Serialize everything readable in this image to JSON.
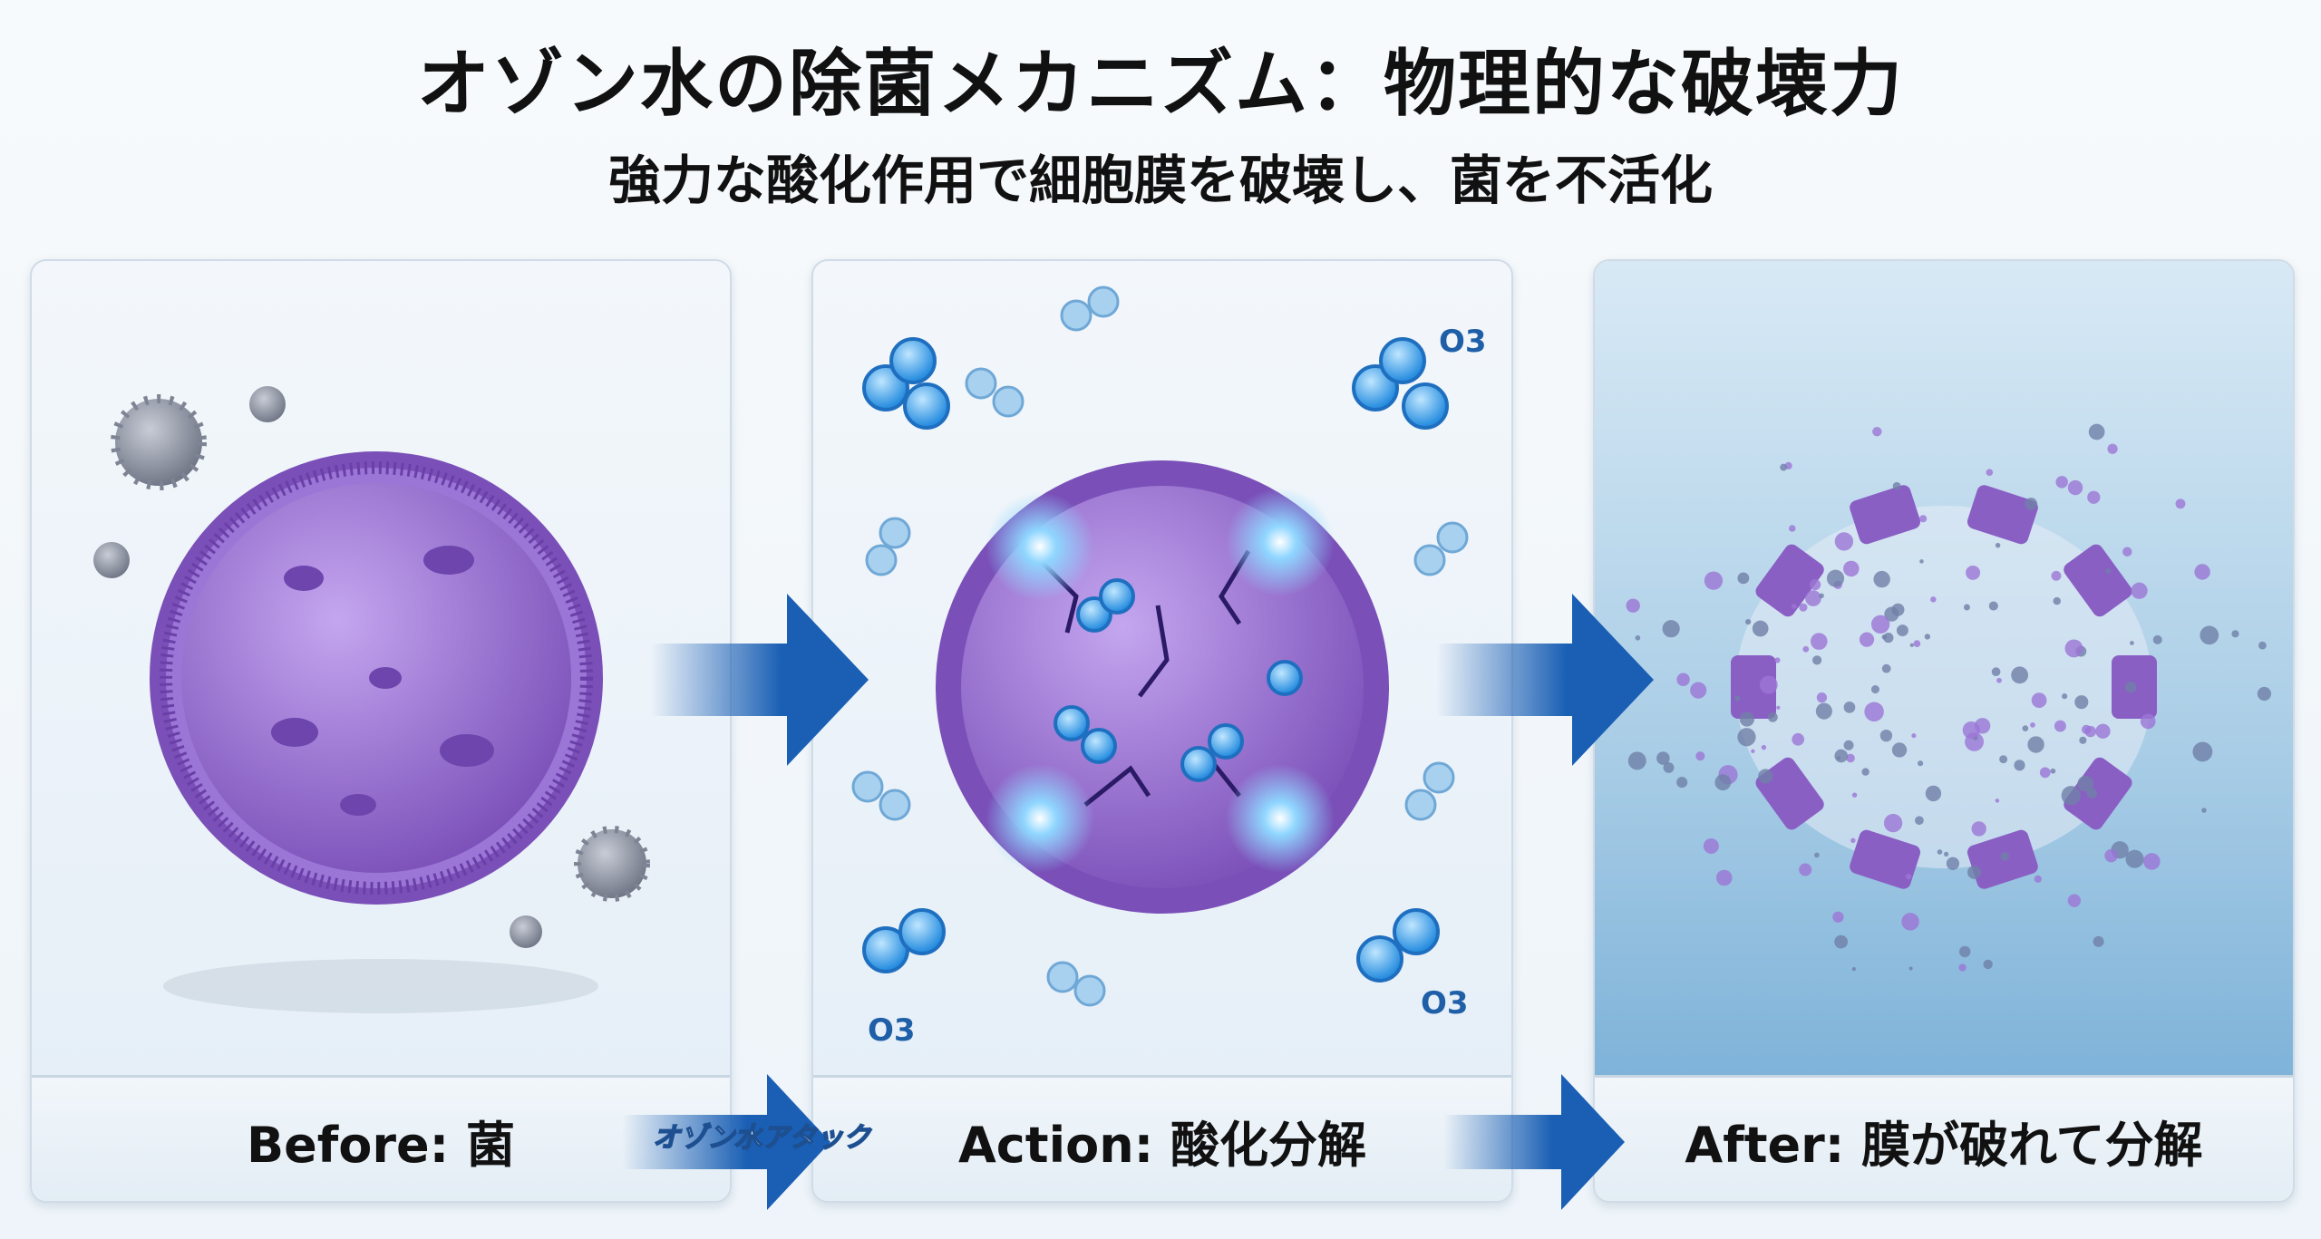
{
  "title": "オゾン水の除菌メカニズム：物理的な破壊力",
  "subtitle": "強力な酸化作用で細胞膜を破壊し、菌を不活化",
  "panels": [
    {
      "caption": "Before: 菌"
    },
    {
      "caption": "Action: 酸化分解",
      "molecule_labels": [
        "O3",
        "O3",
        "O3"
      ]
    },
    {
      "caption": "After: 膜が破れて分解"
    }
  ],
  "arrow_label": "オゾン水アタック",
  "colors": {
    "cell": "#8f63c9",
    "membrane": "#7a4fb8",
    "ozone": "#2a8fe0",
    "arrow": "#1a5fb4"
  }
}
